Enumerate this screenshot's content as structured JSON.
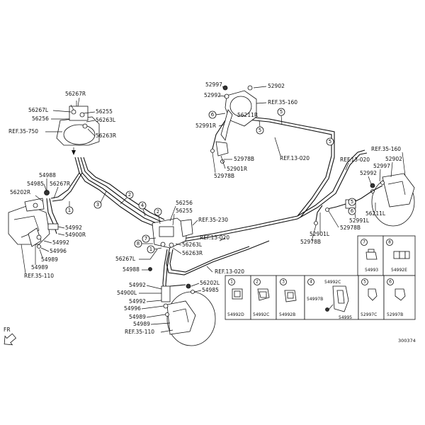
{
  "top_left": {
    "labels": [
      "56267R",
      "56267L",
      "56256",
      "REF.35-750",
      "56255",
      "56263L",
      "56263R"
    ]
  },
  "left_brake": {
    "labels": [
      "54988",
      "54985",
      "56202R",
      "56267R",
      "54992",
      "54900R",
      "54992",
      "54996",
      "54989",
      "54989",
      "REF.35-110"
    ]
  },
  "center": {
    "labels": [
      "56256",
      "56255",
      "REF.35-230",
      "56263L",
      "56263R",
      "56267L",
      "54988",
      "REF.13-020",
      "REF.13-020"
    ]
  },
  "bottom_center": {
    "labels": [
      "54992",
      "54900L",
      "54992",
      "54996",
      "54989",
      "54989",
      "REF.35-110",
      "56202L",
      "54985"
    ]
  },
  "top_center": {
    "labels": [
      "52997",
      "52992",
      "52902",
      "REF.35-160",
      "56211R",
      "52991R",
      "52978B",
      "52901R",
      "52978B",
      "REF.13-020"
    ]
  },
  "right": {
    "labels": [
      "REF.13-020",
      "REF.35-160",
      "52902",
      "52997",
      "52992",
      "56211L",
      "52991L",
      "52978B",
      "52901L",
      "52978B"
    ]
  },
  "callouts": [
    "1",
    "2",
    "3",
    "4",
    "5",
    "6",
    "7",
    "8"
  ],
  "legend": {
    "row1": [
      {
        "num": "7",
        "code": "54993"
      },
      {
        "num": "8",
        "code": "54992E"
      }
    ],
    "row2": [
      {
        "num": "1",
        "code": "54992D"
      },
      {
        "num": "2",
        "code": "54992C"
      },
      {
        "num": "3",
        "code": "54992B"
      },
      {
        "num": "4",
        "code": "54992C",
        "extra": "54997B",
        "extra2": "54995"
      },
      {
        "num": "5",
        "code": "52997C"
      },
      {
        "num": "6",
        "code": "52997B"
      }
    ]
  },
  "fr_label": "FR",
  "doc_number": "300374"
}
